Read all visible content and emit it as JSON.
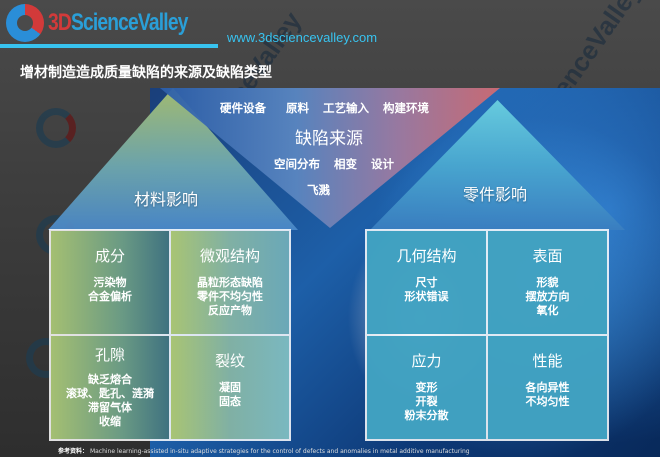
{
  "header": {
    "logo_prefix": "3D",
    "logo_name": "ScienceValley",
    "url": "www.3dsciencevalley.com",
    "title": "增材制造造成质量缺陷的来源及缺陷类型",
    "accent_color": "#38c3ef"
  },
  "defect_sources": {
    "title": "缺陷来源",
    "top_items": [
      "硬件设备",
      "原料",
      "工艺输入",
      "构建环境"
    ],
    "middle_items": [
      "空间分布",
      "相变",
      "设计"
    ],
    "bottom_item": "飞溅"
  },
  "material_influence": {
    "title": "材料影响",
    "cells": [
      {
        "title": "成分",
        "items": [
          "污染物",
          "合金偏析"
        ]
      },
      {
        "title": "微观结构",
        "items": [
          "晶粒形态缺陷",
          "零件不均匀性",
          "反应产物"
        ]
      },
      {
        "title": "孔隙",
        "items": [
          "缺乏熔合",
          "滚球、匙孔、涟漪",
          "滞留气体",
          "收缩"
        ]
      },
      {
        "title": "裂纹",
        "items": [
          "凝固",
          "固态"
        ]
      }
    ]
  },
  "part_influence": {
    "title": "零件影响",
    "cells": [
      {
        "title": "几何结构",
        "items": [
          "尺寸",
          "形状错误"
        ]
      },
      {
        "title": "表面",
        "items": [
          "形貌",
          "摆放方向",
          "氧化"
        ]
      },
      {
        "title": "应力",
        "items": [
          "变形",
          "开裂",
          "粉末分散"
        ]
      },
      {
        "title": "性能",
        "items": [
          "各向异性",
          "不均匀性"
        ]
      }
    ]
  },
  "footer": {
    "reference_label": "参考资料：",
    "reference_text": "Machine learning-assisted in-situ adaptive strategies for the control of defects and anomalies in metal additive manufacturing"
  }
}
